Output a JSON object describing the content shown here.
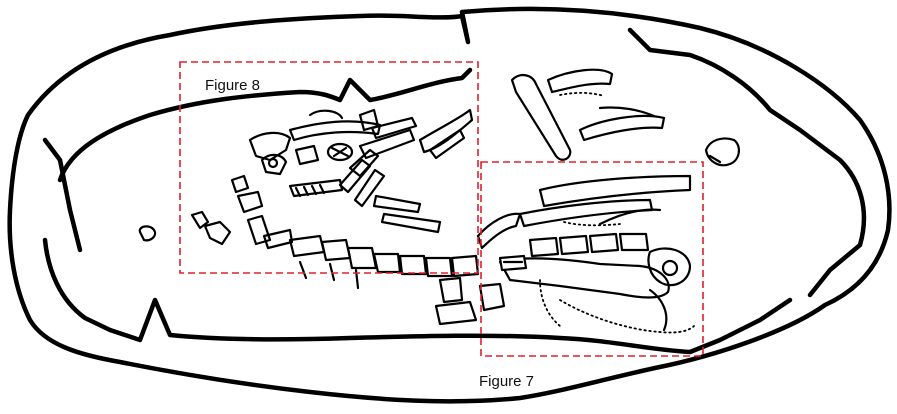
{
  "figures": [
    {
      "id": "fig8",
      "label": "Figure 8"
    },
    {
      "id": "fig7",
      "label": "Figure 7"
    }
  ],
  "colors": {
    "outline": "#000000",
    "figure_box": "#e0202a",
    "background": "#ffffff"
  }
}
